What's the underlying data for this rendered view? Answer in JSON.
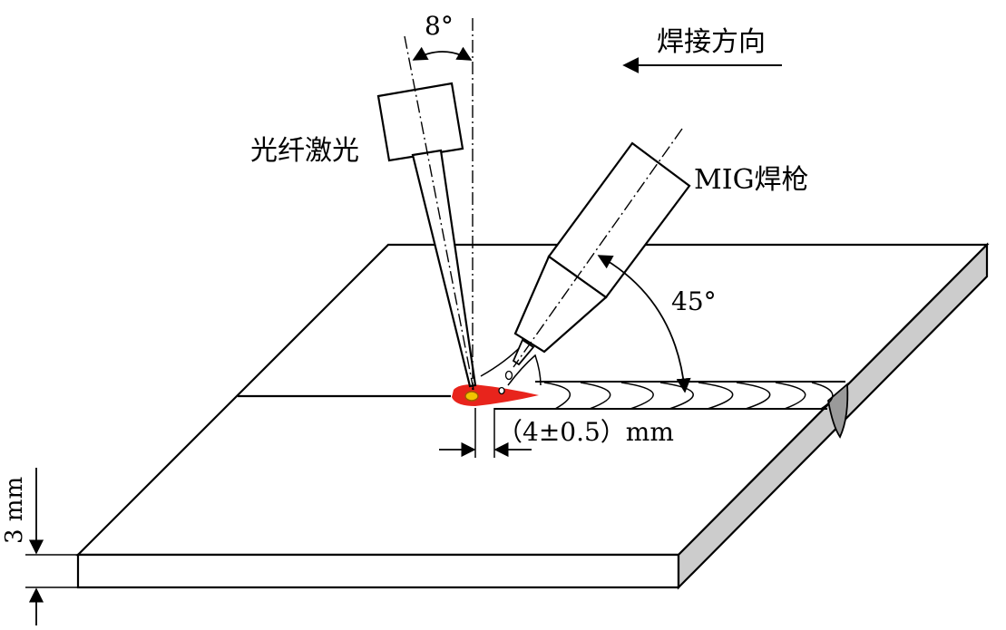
{
  "labels": {
    "angle_laser": "8°",
    "direction": "焊接方向",
    "laser": "光纤激光",
    "mig": "MIG焊枪",
    "angle_torch": "45°",
    "distance": "（4±0.5）mm",
    "thickness": "3 mm"
  },
  "colors": {
    "molten_pool": "#e8241c",
    "laser_spot": "#f2c400",
    "plate_side": "#cccccc"
  }
}
